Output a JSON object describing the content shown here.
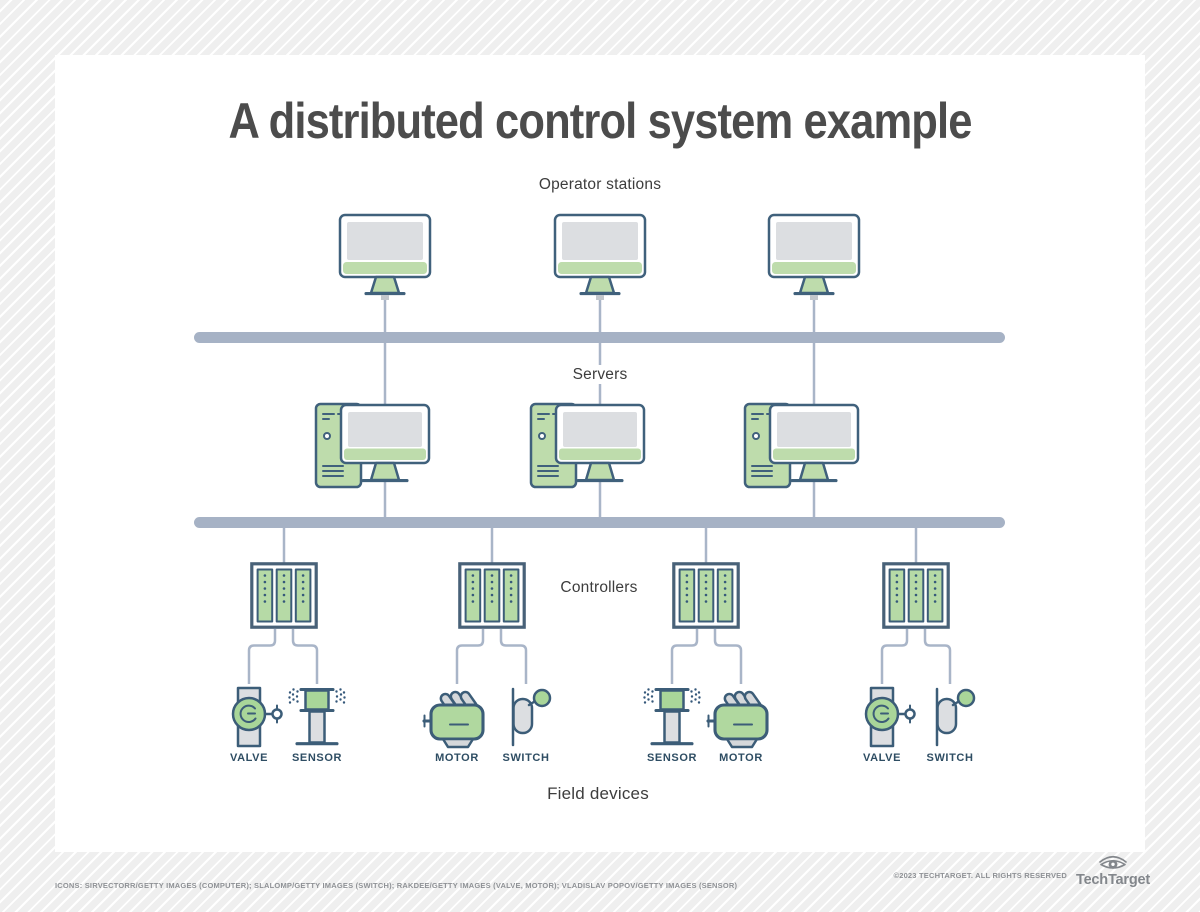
{
  "title": "A distributed control system example",
  "layers": {
    "operator_stations": "Operator stations",
    "servers": "Servers",
    "controllers": "Controllers",
    "field_devices": "Field devices"
  },
  "devices": [
    "VALVE",
    "SENSOR",
    "MOTOR",
    "SWITCH",
    "SENSOR",
    "MOTOR",
    "VALVE",
    "SWITCH"
  ],
  "footer": {
    "credits": "ICONS: SIRVECTORR/GETTY IMAGES (COMPUTER); SLALOMP/GETTY IMAGES (SWITCH); RAKDEE/GETTY IMAGES (VALVE, MOTOR); VLADISLAV POPOV/GETTY IMAGES (SENSOR)",
    "copyright": "©2023 TECHTARGET. ALL RIGHTS RESERVED",
    "brand": "TechTarget"
  },
  "colors": {
    "computer_green": "#bedcac",
    "device_green": "#a9d699",
    "computer_outline": "#40617c",
    "device_outline": "#3c5d78",
    "screen_gray": "#dcdee1",
    "connector": "#a9b5c8",
    "bus_bar": "#a6b2c5",
    "title_gray": "#4c4c4c",
    "device_label_navy": "#2e4d63",
    "footer_gray": "#8f9296"
  }
}
